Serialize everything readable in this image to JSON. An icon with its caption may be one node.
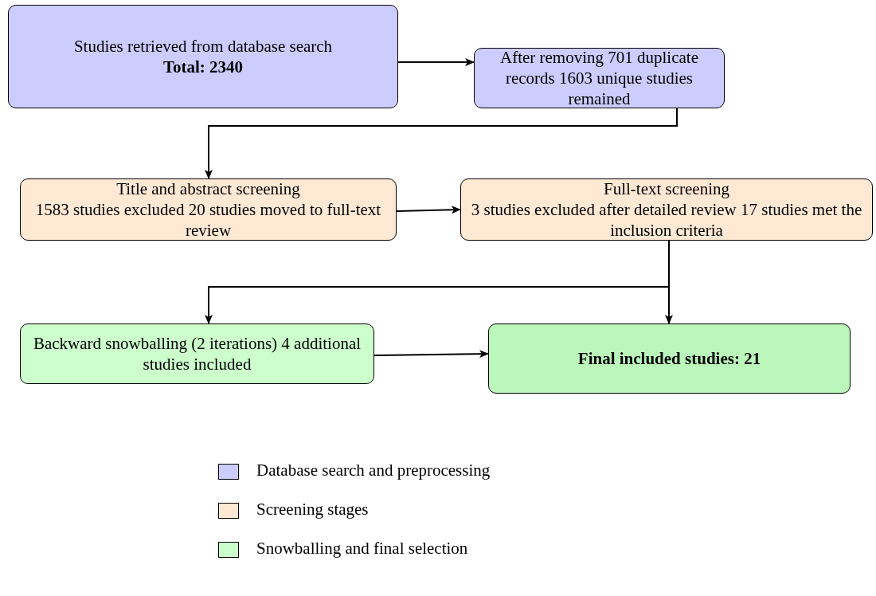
{
  "diagram": {
    "nodes": [
      {
        "text": [
          "Studies retrieved from database search",
          "Total: 2340"
        ]
      },
      {
        "text": [
          "After removing 701 duplicate records 1603 unique studies remained"
        ]
      },
      {
        "text": [
          "Title and abstract screening",
          "1583 studies excluded 20 studies moved to full-text review"
        ]
      },
      {
        "text": [
          "Full-text screening",
          "3 studies excluded after detailed review 17 studies met the inclusion criteria"
        ]
      },
      {
        "text": [
          "Backward snowballing (2 iterations) 4 additional studies included"
        ]
      },
      {
        "text": [
          "Final included studies: 21"
        ]
      }
    ],
    "edges": [
      {
        "from": 0,
        "to": 1,
        "arrow": "to"
      },
      {
        "from": 1,
        "to": 2,
        "arrow": "to"
      },
      {
        "from": 2,
        "to": 3,
        "arrow": "to"
      },
      {
        "from": 3,
        "to": 4,
        "arrow": "to"
      },
      {
        "from": 3,
        "to": 5,
        "arrow": "to"
      },
      {
        "from": 4,
        "to": 5,
        "arrow": "to"
      }
    ],
    "legend": [
      {
        "text": "Database search and preprocessing",
        "color": "#ccccff"
      },
      {
        "text": "Screening stages",
        "color": "#ffe9d4"
      },
      {
        "text": "Snowballing and final selection",
        "color": "#ccffcc"
      }
    ]
  }
}
